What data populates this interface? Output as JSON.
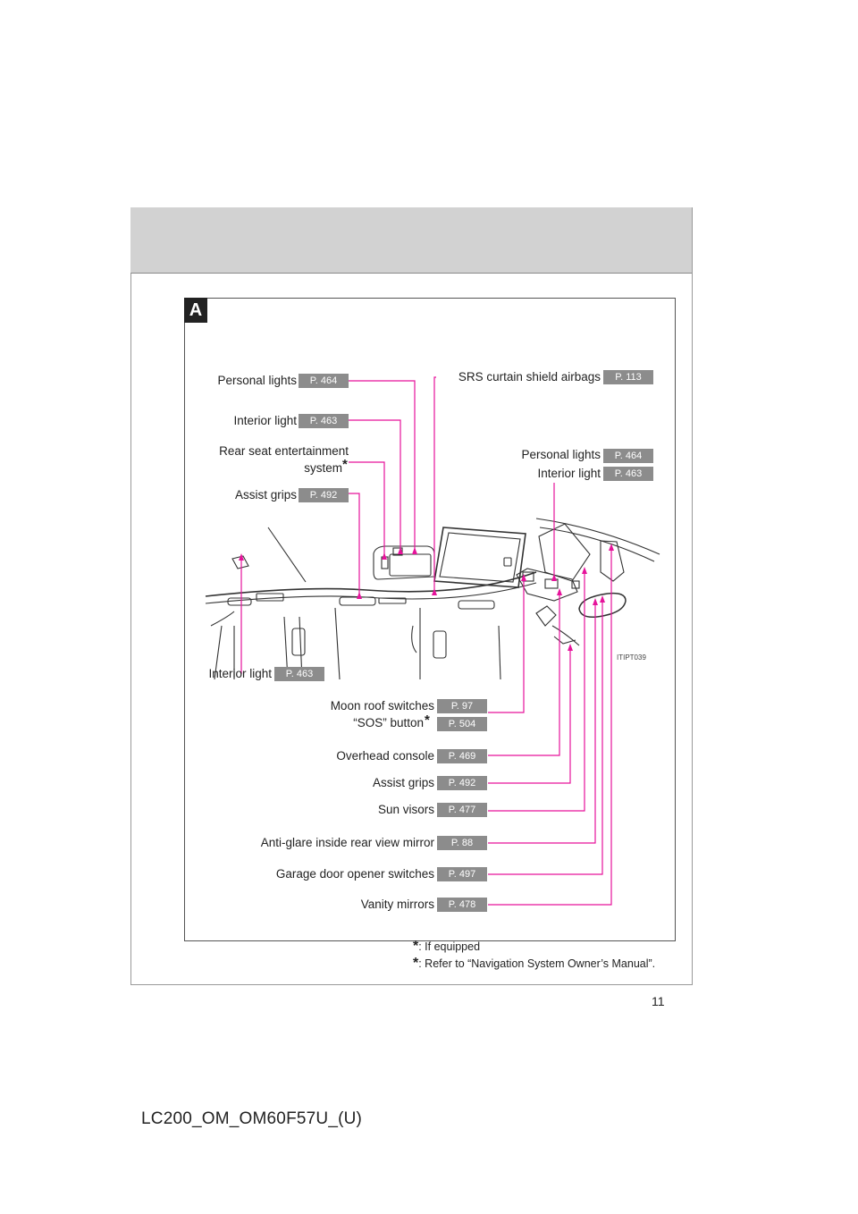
{
  "section_tag": "A",
  "image_code": "ITIPT039",
  "labels": {
    "personal_lights_l": "Personal lights",
    "interior_light_l1": "Interior light",
    "rear_seat_ent_1": "Rear seat entertainment",
    "rear_seat_ent_2": "system",
    "assist_grips_l": "Assist grips",
    "interior_light_l2": "Interior light",
    "srs_airbags": "SRS curtain shield airbags",
    "personal_lights_r": "Personal lights",
    "interior_light_r": "Interior light",
    "moon_roof": "Moon roof switches",
    "sos_button": "“SOS” button",
    "overhead_console": "Overhead console",
    "assist_grips_b": "Assist grips",
    "sun_visors": "Sun visors",
    "anti_glare": "Anti-glare inside rear view mirror",
    "garage_door": "Garage door opener switches",
    "vanity_mirrors": "Vanity mirrors"
  },
  "pages": {
    "personal_lights_l": "P. 464",
    "interior_light_l1": "P. 463",
    "assist_grips_l": "P. 492",
    "interior_light_l2": "P. 463",
    "srs_airbags": "P. 113",
    "personal_lights_r": "P. 464",
    "interior_light_r": "P. 463",
    "moon_roof": "P. 97",
    "sos_button": "P. 504",
    "overhead_console": "P. 469",
    "assist_grips_b": "P. 492",
    "sun_visors": "P. 477",
    "anti_glare": "P. 88",
    "garage_door": "P. 497",
    "vanity_mirrors": "P. 478"
  },
  "notes": {
    "star1": "*",
    "note1": ": If equipped",
    "star2": "*",
    "note2": ": Refer to “Navigation System Owner’s Manual”."
  },
  "page_number": "11",
  "footer_code": "LC200_OM_OM60F57U_(U)",
  "colors": {
    "leader": "#e6139b",
    "badge": "#8c8c8c",
    "header_band": "#d2d2d2"
  }
}
